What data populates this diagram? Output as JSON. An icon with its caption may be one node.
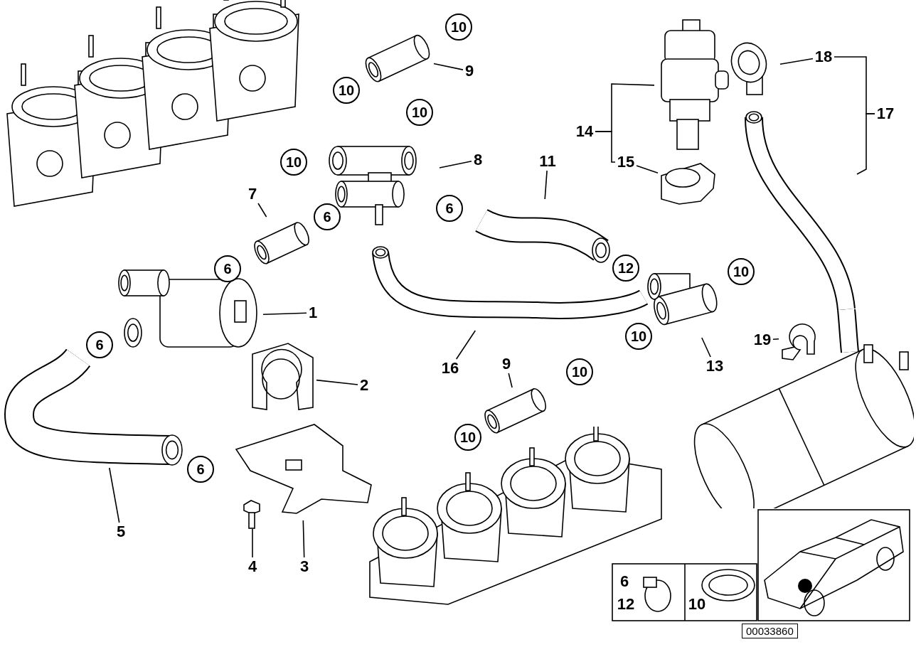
{
  "diagram": {
    "nodes": [
      {
        "text": [
          "1"
        ]
      },
      {
        "text": [],
        "shape": "picture"
      },
      {
        "text": [
          "2"
        ]
      },
      {
        "text": [],
        "shape": "picture"
      },
      {
        "text": [
          "3"
        ]
      },
      {
        "text": [],
        "shape": "picture"
      },
      {
        "text": [
          "4"
        ]
      },
      {
        "text": [],
        "shape": "picture"
      },
      {
        "text": [
          "5"
        ]
      },
      {
        "text": [],
        "shape": "picture"
      },
      {
        "text": [
          "7"
        ]
      },
      {
        "text": [],
        "shape": "picture"
      },
      {
        "text": [
          "8"
        ]
      },
      {
        "text": [],
        "shape": "picture"
      },
      {
        "text": [
          "9"
        ]
      },
      {
        "text": [],
        "shape": "picture"
      },
      {
        "text": [
          "11"
        ]
      },
      {
        "text": [],
        "shape": "picture"
      },
      {
        "text": [
          "13"
        ]
      },
      {
        "text": [],
        "shape": "picture"
      },
      {
        "text": [
          "14"
        ]
      },
      {
        "text": [],
        "shape": "picture"
      },
      {
        "text": [
          "15"
        ]
      },
      {
        "text": [],
        "shape": "picture"
      },
      {
        "text": [
          "16"
        ]
      },
      {
        "text": [],
        "shape": "picture"
      },
      {
        "text": [
          "17"
        ]
      },
      {
        "text": [],
        "shape": "picture"
      },
      {
        "text": [
          "18"
        ]
      },
      {
        "text": [],
        "shape": "picture"
      },
      {
        "text": [
          "19"
        ]
      },
      {
        "text": [],
        "shape": "picture"
      },
      {
        "text": [
          "9"
        ]
      },
      {
        "text": [],
        "shape": "picture"
      }
    ],
    "edges": [
      {
        "from": 0,
        "to": 1,
        "arrow": "none"
      },
      {
        "from": 2,
        "to": 3,
        "arrow": "none"
      },
      {
        "from": 4,
        "to": 5,
        "arrow": "none"
      },
      {
        "from": 6,
        "to": 7,
        "arrow": "none"
      },
      {
        "from": 8,
        "to": 9,
        "arrow": "none"
      },
      {
        "from": 10,
        "to": 11,
        "arrow": "none"
      },
      {
        "from": 12,
        "to": 13,
        "arrow": "none"
      },
      {
        "from": 14,
        "to": 15,
        "arrow": "none"
      },
      {
        "from": 16,
        "to": 17,
        "arrow": "none"
      },
      {
        "from": 18,
        "to": 19,
        "arrow": "none"
      },
      {
        "from": 20,
        "to": 21,
        "arrow": "none"
      },
      {
        "from": 20,
        "to": 22,
        "arrow": "none"
      },
      {
        "from": 22,
        "to": 23,
        "arrow": "none"
      },
      {
        "from": 24,
        "to": 25,
        "arrow": "none"
      },
      {
        "from": 26,
        "to": 28,
        "arrow": "none"
      },
      {
        "from": 26,
        "to": 27,
        "arrow": "none"
      },
      {
        "from": 28,
        "to": 29,
        "arrow": "none"
      },
      {
        "from": 30,
        "to": 31,
        "arrow": "none"
      },
      {
        "from": 32,
        "to": 33,
        "arrow": "none"
      }
    ],
    "labels": [
      "10",
      "10",
      "10",
      "10",
      "6",
      "6",
      "6",
      "12",
      "10",
      "6",
      "10",
      "10",
      "10",
      "6",
      "6",
      "12",
      "10",
      "00033860"
    ]
  }
}
